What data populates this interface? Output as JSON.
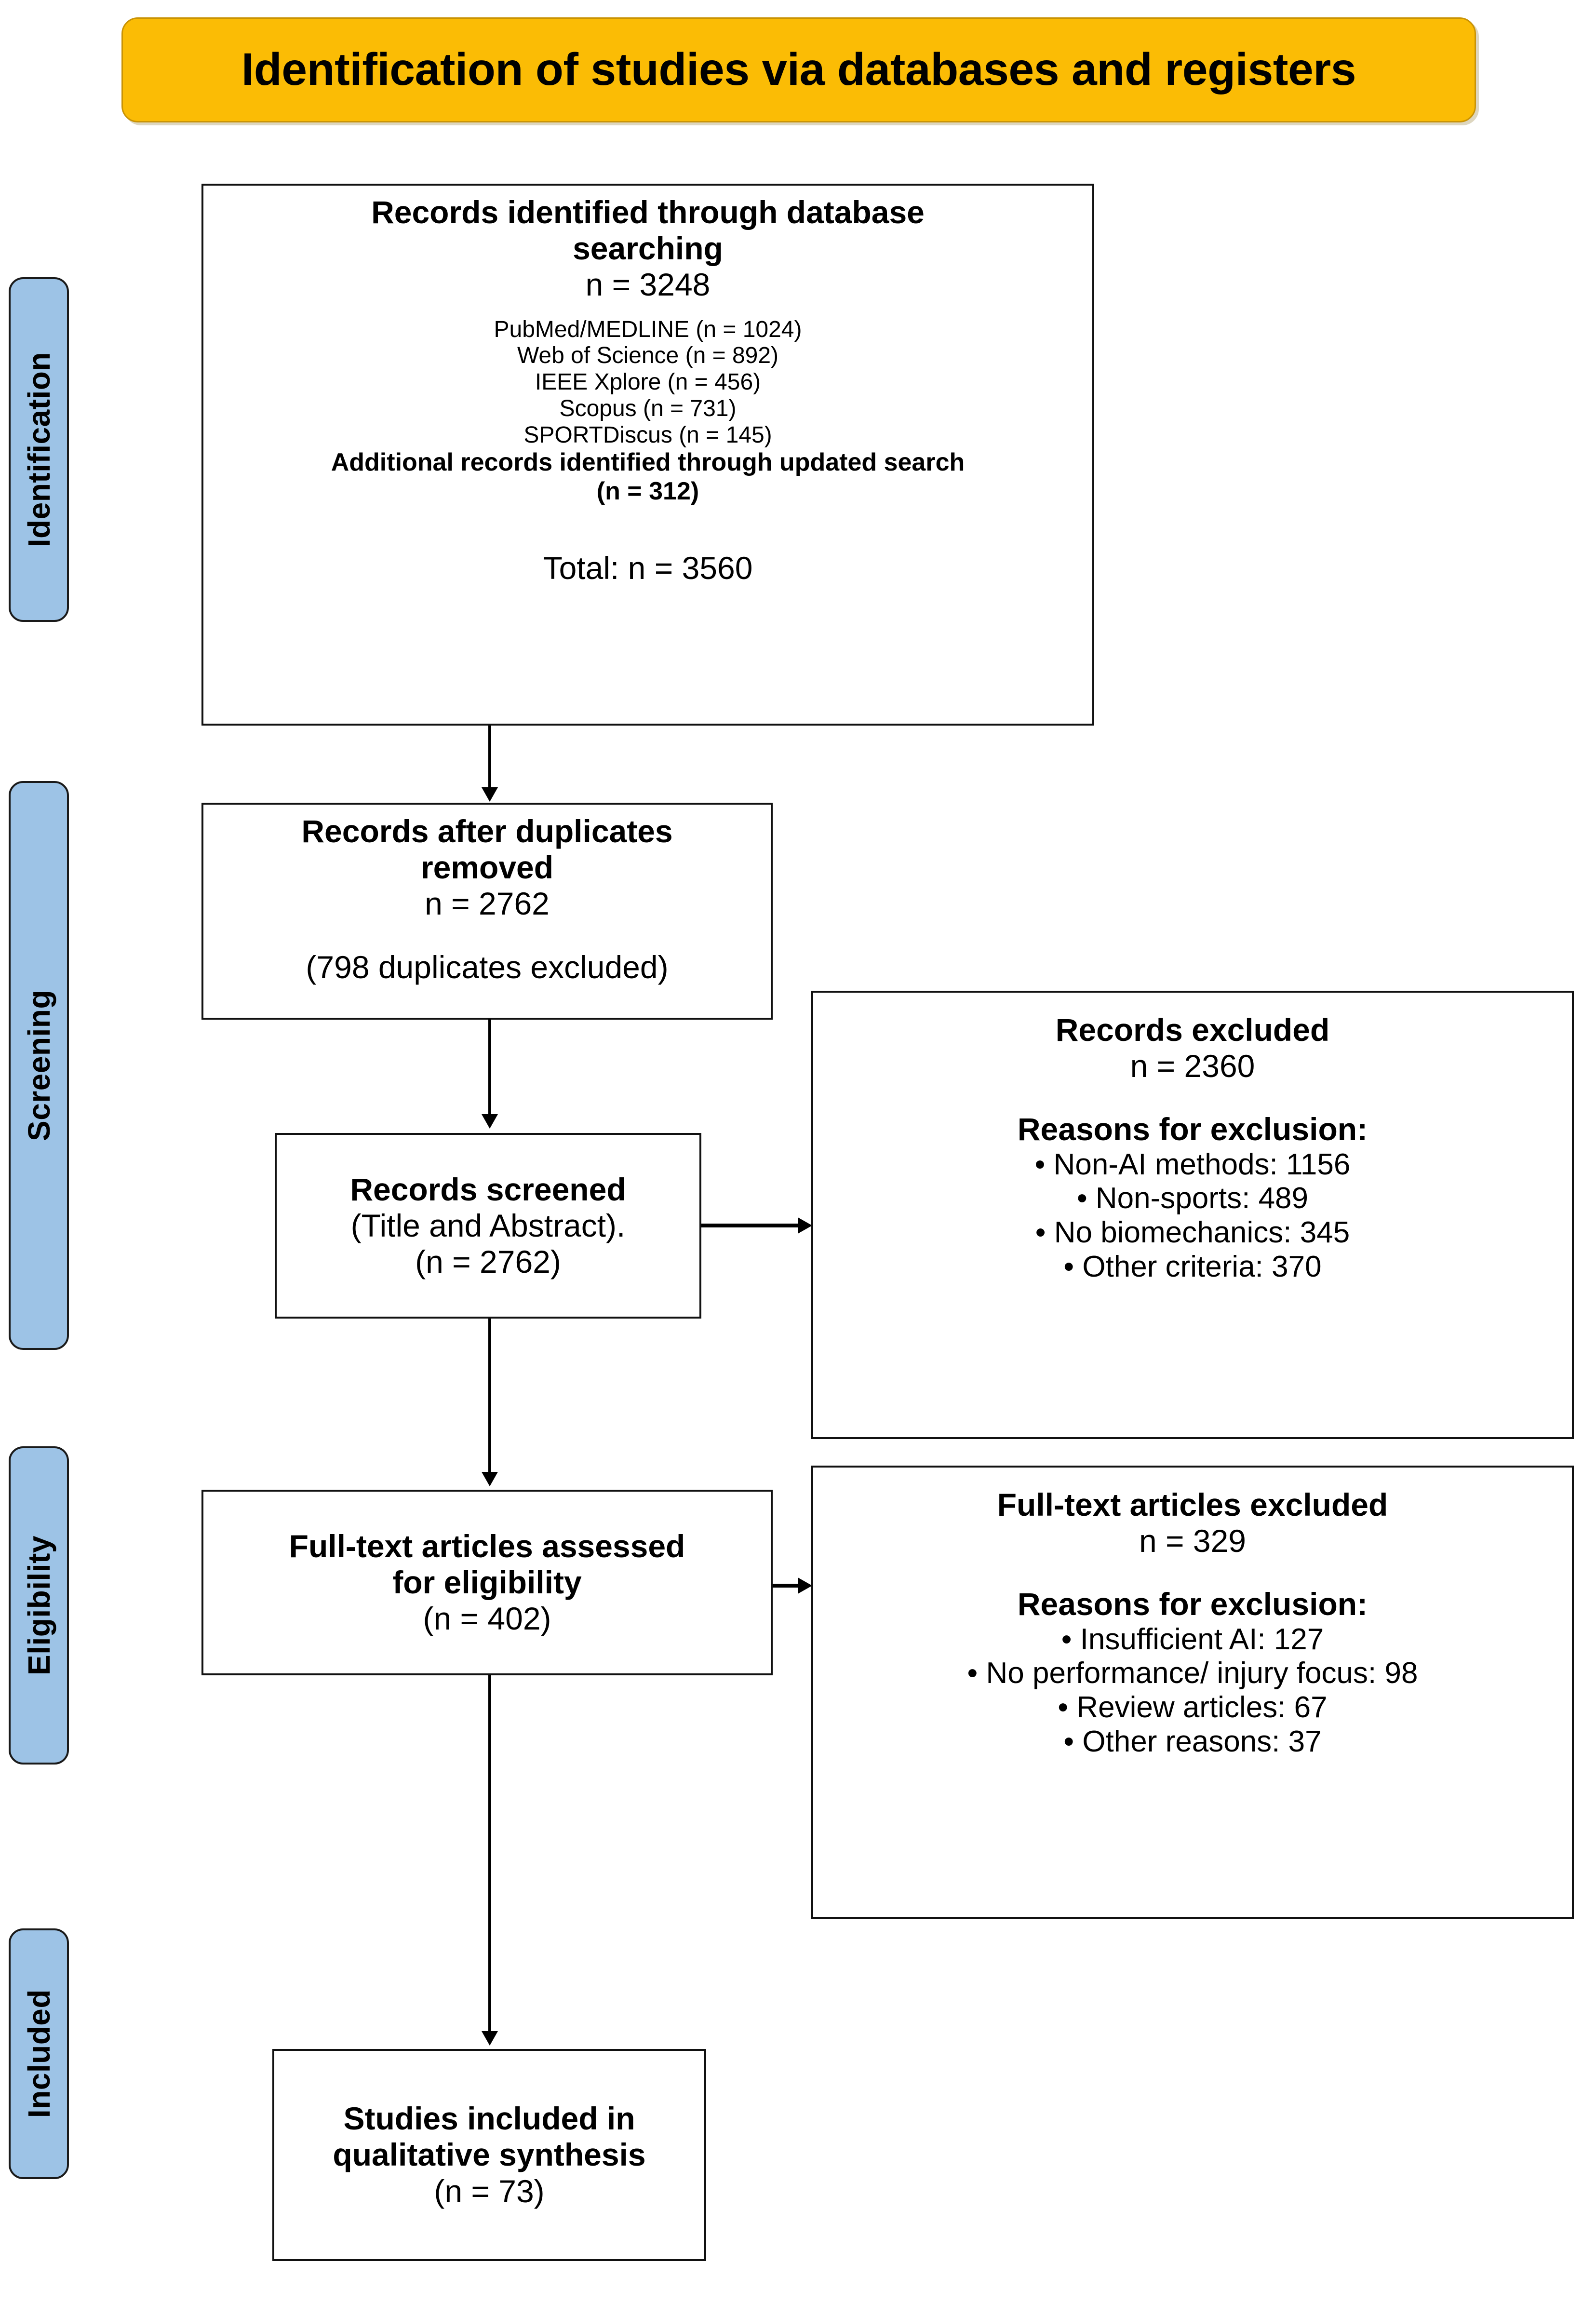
{
  "diagram": {
    "type": "prisma-flow-diagram",
    "title": "Identification of studies via databases and registers",
    "colors": {
      "title_banner_fill": "#FBBC05",
      "stage_pill_fill": "#9DC3E6",
      "box_border": "#111111",
      "box_fill": "#FFFFFF",
      "connector": "#000000"
    }
  },
  "stages": [
    {
      "id": "identification",
      "label": "Identification"
    },
    {
      "id": "screening",
      "label": "Screening"
    },
    {
      "id": "eligibility",
      "label": "Eligibility"
    },
    {
      "id": "included",
      "label": "Included"
    }
  ],
  "boxes": {
    "identified": {
      "heading_line1": "Records identified through database",
      "heading_line2": "searching",
      "count": "n = 3248",
      "sources": [
        "PubMed/MEDLINE (n = 1024)",
        "Web of Science (n = 892)",
        "IEEE Xplore (n = 456)",
        "Scopus (n = 731)",
        "SPORTDiscus (n = 145)"
      ],
      "additional_line1": "Additional records identified through updated search",
      "additional_line2": "(n = 312)",
      "total": "Total: n = 3560"
    },
    "after_duplicates": {
      "heading_line1": "Records after duplicates",
      "heading_line2": "removed",
      "count": "n = 2762",
      "note": "(798 duplicates excluded)"
    },
    "screened": {
      "heading": "Records screened",
      "subtitle": "(Title and Abstract).",
      "count": "(n = 2762)"
    },
    "records_excluded": {
      "heading": "Records excluded",
      "count": "n = 2360",
      "reasons_heading": "Reasons for exclusion:",
      "reasons": [
        "• Non-AI methods: 1156",
        "• Non-sports: 489",
        "• No biomechanics: 345",
        "• Other criteria: 370"
      ]
    },
    "fulltext_assessed": {
      "heading_line1": "Full-text articles assessed",
      "heading_line2": "for eligibility",
      "count": "(n = 402)"
    },
    "fulltext_excluded": {
      "heading": "Full-text articles excluded",
      "count": "n = 329",
      "reasons_heading": "Reasons for exclusion:",
      "reasons": [
        "• Insufficient AI: 127",
        "• No performance/ injury focus: 98",
        "• Review articles: 67",
        "• Other reasons: 37"
      ]
    },
    "included": {
      "heading_line1": "Studies included in",
      "heading_line2": "qualitative synthesis",
      "count": "(n = 73)"
    }
  }
}
